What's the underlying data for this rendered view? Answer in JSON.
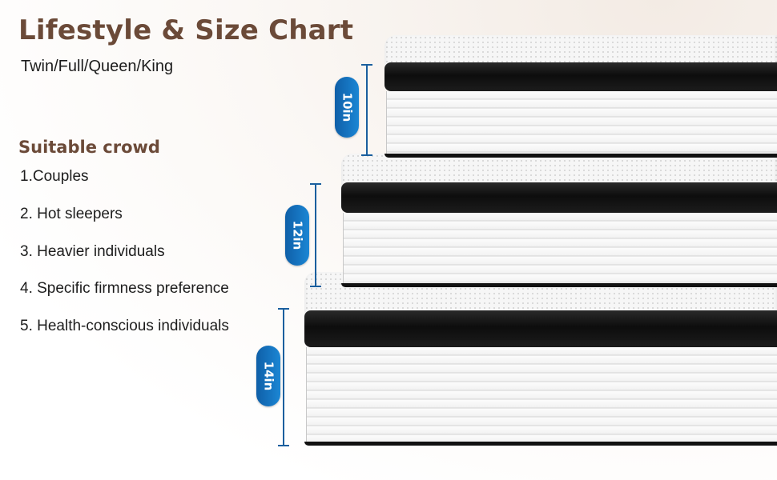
{
  "title": "Lifestyle & Size Chart",
  "subtitle": "Twin/Full/Queen/King",
  "crowd": {
    "heading": "Suitable crowd",
    "items": [
      "1.Couples",
      "2. Hot sleepers",
      "3. Heavier individuals",
      "4. Specific firmness preference",
      "5. Health-conscious individuals"
    ]
  },
  "sizes": [
    {
      "label": "10in"
    },
    {
      "label": "12in"
    },
    {
      "label": "14in"
    }
  ],
  "colors": {
    "heading": "#6b4a38",
    "accent": "#1a5f9e",
    "band": "#111111"
  }
}
